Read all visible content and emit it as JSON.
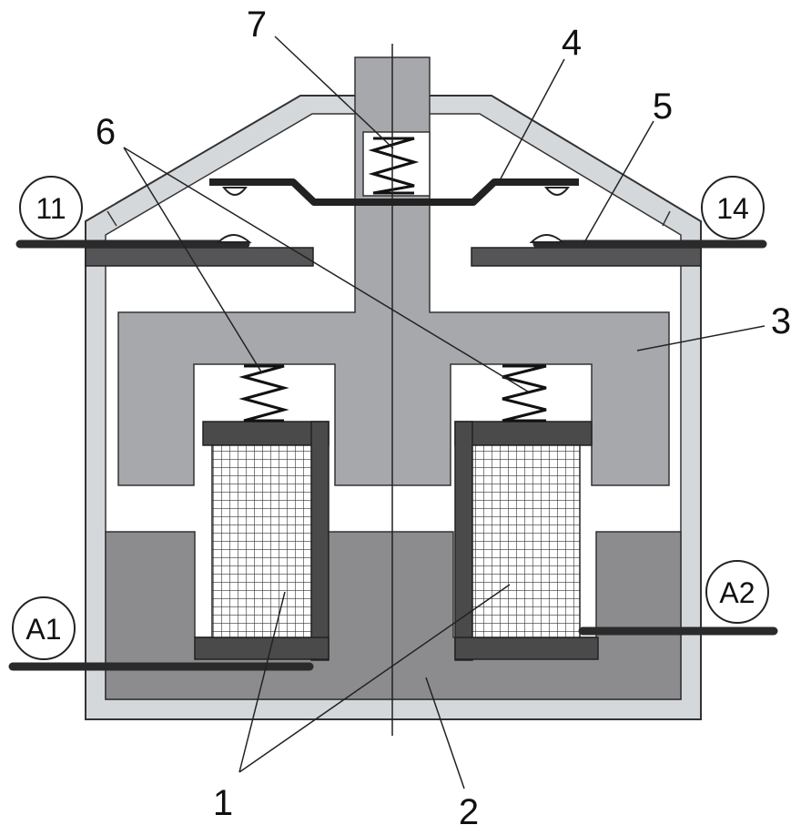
{
  "terminals": {
    "t11": "11",
    "t14": "14",
    "a1": "A1",
    "a2": "A2"
  },
  "labels": {
    "l1": "1",
    "l2": "2",
    "l3": "3",
    "l4": "4",
    "l5": "5",
    "l6": "6",
    "l7": "7"
  },
  "colors": {
    "frame": "#d5d8db",
    "armature": "#a6a8ab",
    "core": "#8c8c8e",
    "coil_frame": "#4a4a4a",
    "contact": "#2a2a2a",
    "stationary_plate": "#555557"
  }
}
